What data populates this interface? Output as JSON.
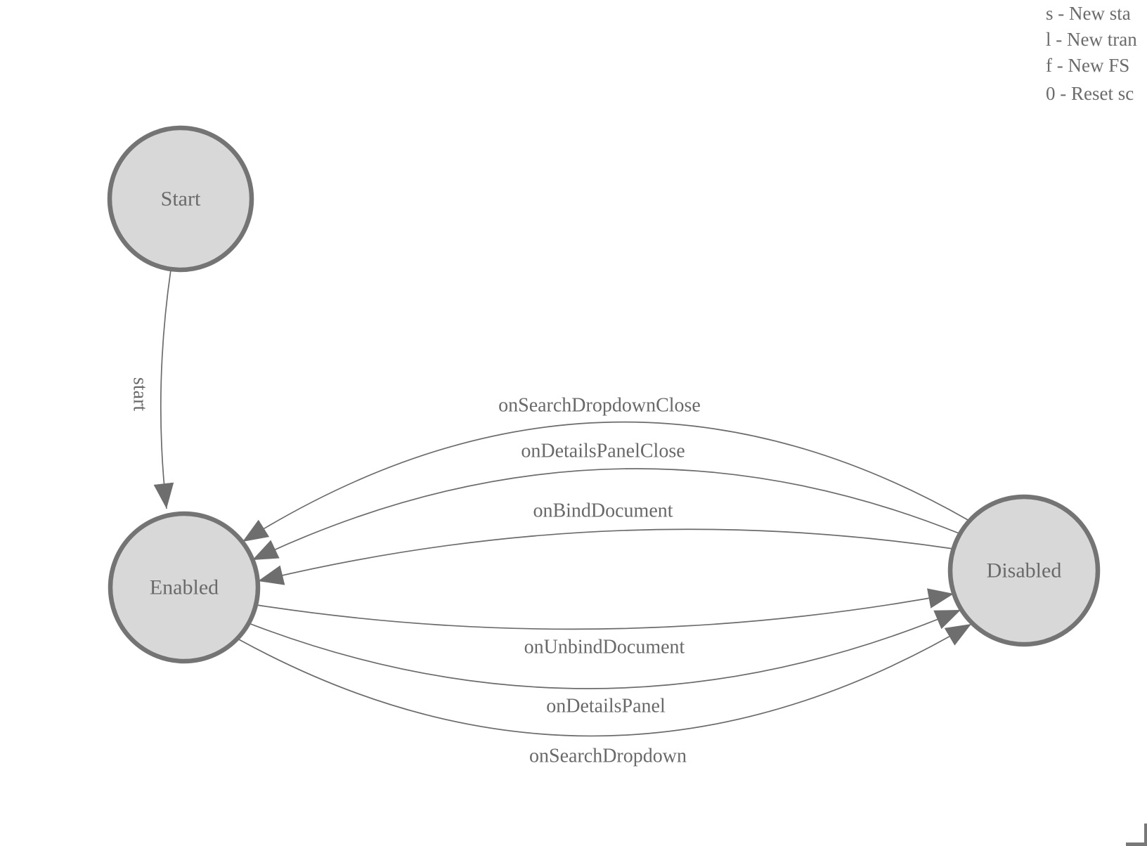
{
  "nodes": [
    {
      "id": "start",
      "label": "Start"
    },
    {
      "id": "enabled",
      "label": "Enabled"
    },
    {
      "id": "disabled",
      "label": "Disabled"
    }
  ],
  "edges": [
    {
      "label": "start",
      "from": "Start",
      "to": "Enabled"
    },
    {
      "label": "onSearchDropdownClose",
      "from": "Disabled",
      "to": "Enabled"
    },
    {
      "label": "onDetailsPanelClose",
      "from": "Disabled",
      "to": "Enabled"
    },
    {
      "label": "onBindDocument",
      "from": "Disabled",
      "to": "Enabled"
    },
    {
      "label": "onUnbindDocument",
      "from": "Enabled",
      "to": "Disabled"
    },
    {
      "label": "onDetailsPanel",
      "from": "Enabled",
      "to": "Disabled"
    },
    {
      "label": "onSearchDropdown",
      "from": "Enabled",
      "to": "Disabled"
    }
  ],
  "legend": {
    "lines": [
      "s - New sta",
      "l - New tran",
      "f - New FS",
      "0 - Reset sc"
    ]
  },
  "colors": {
    "node_fill": "#d8d8d8",
    "node_stroke": "#747474",
    "edge": "#6b6b6b",
    "arrow": "#6e6e6e",
    "label_text": "#696969",
    "legend_text": "#6b6b6b"
  }
}
